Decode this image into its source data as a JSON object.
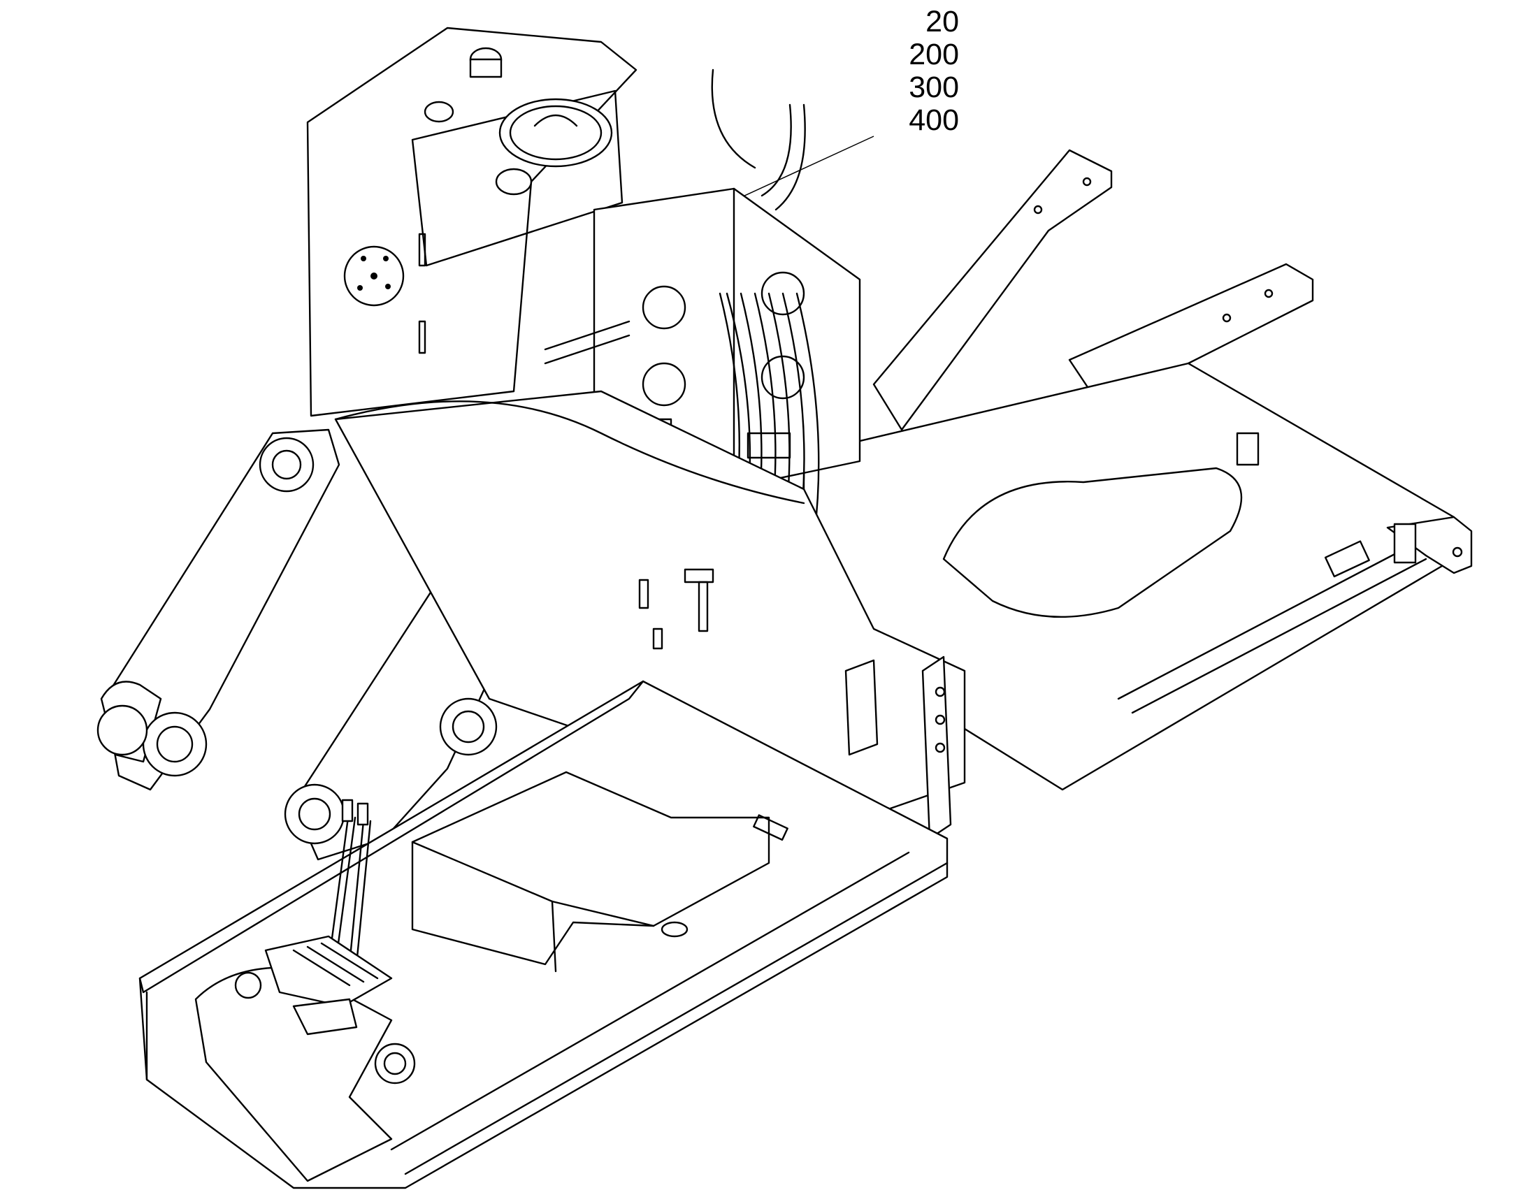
{
  "callouts": [
    "20",
    "200",
    "300",
    "400"
  ],
  "colors": {
    "line": "#000000",
    "background": "#ffffff"
  }
}
